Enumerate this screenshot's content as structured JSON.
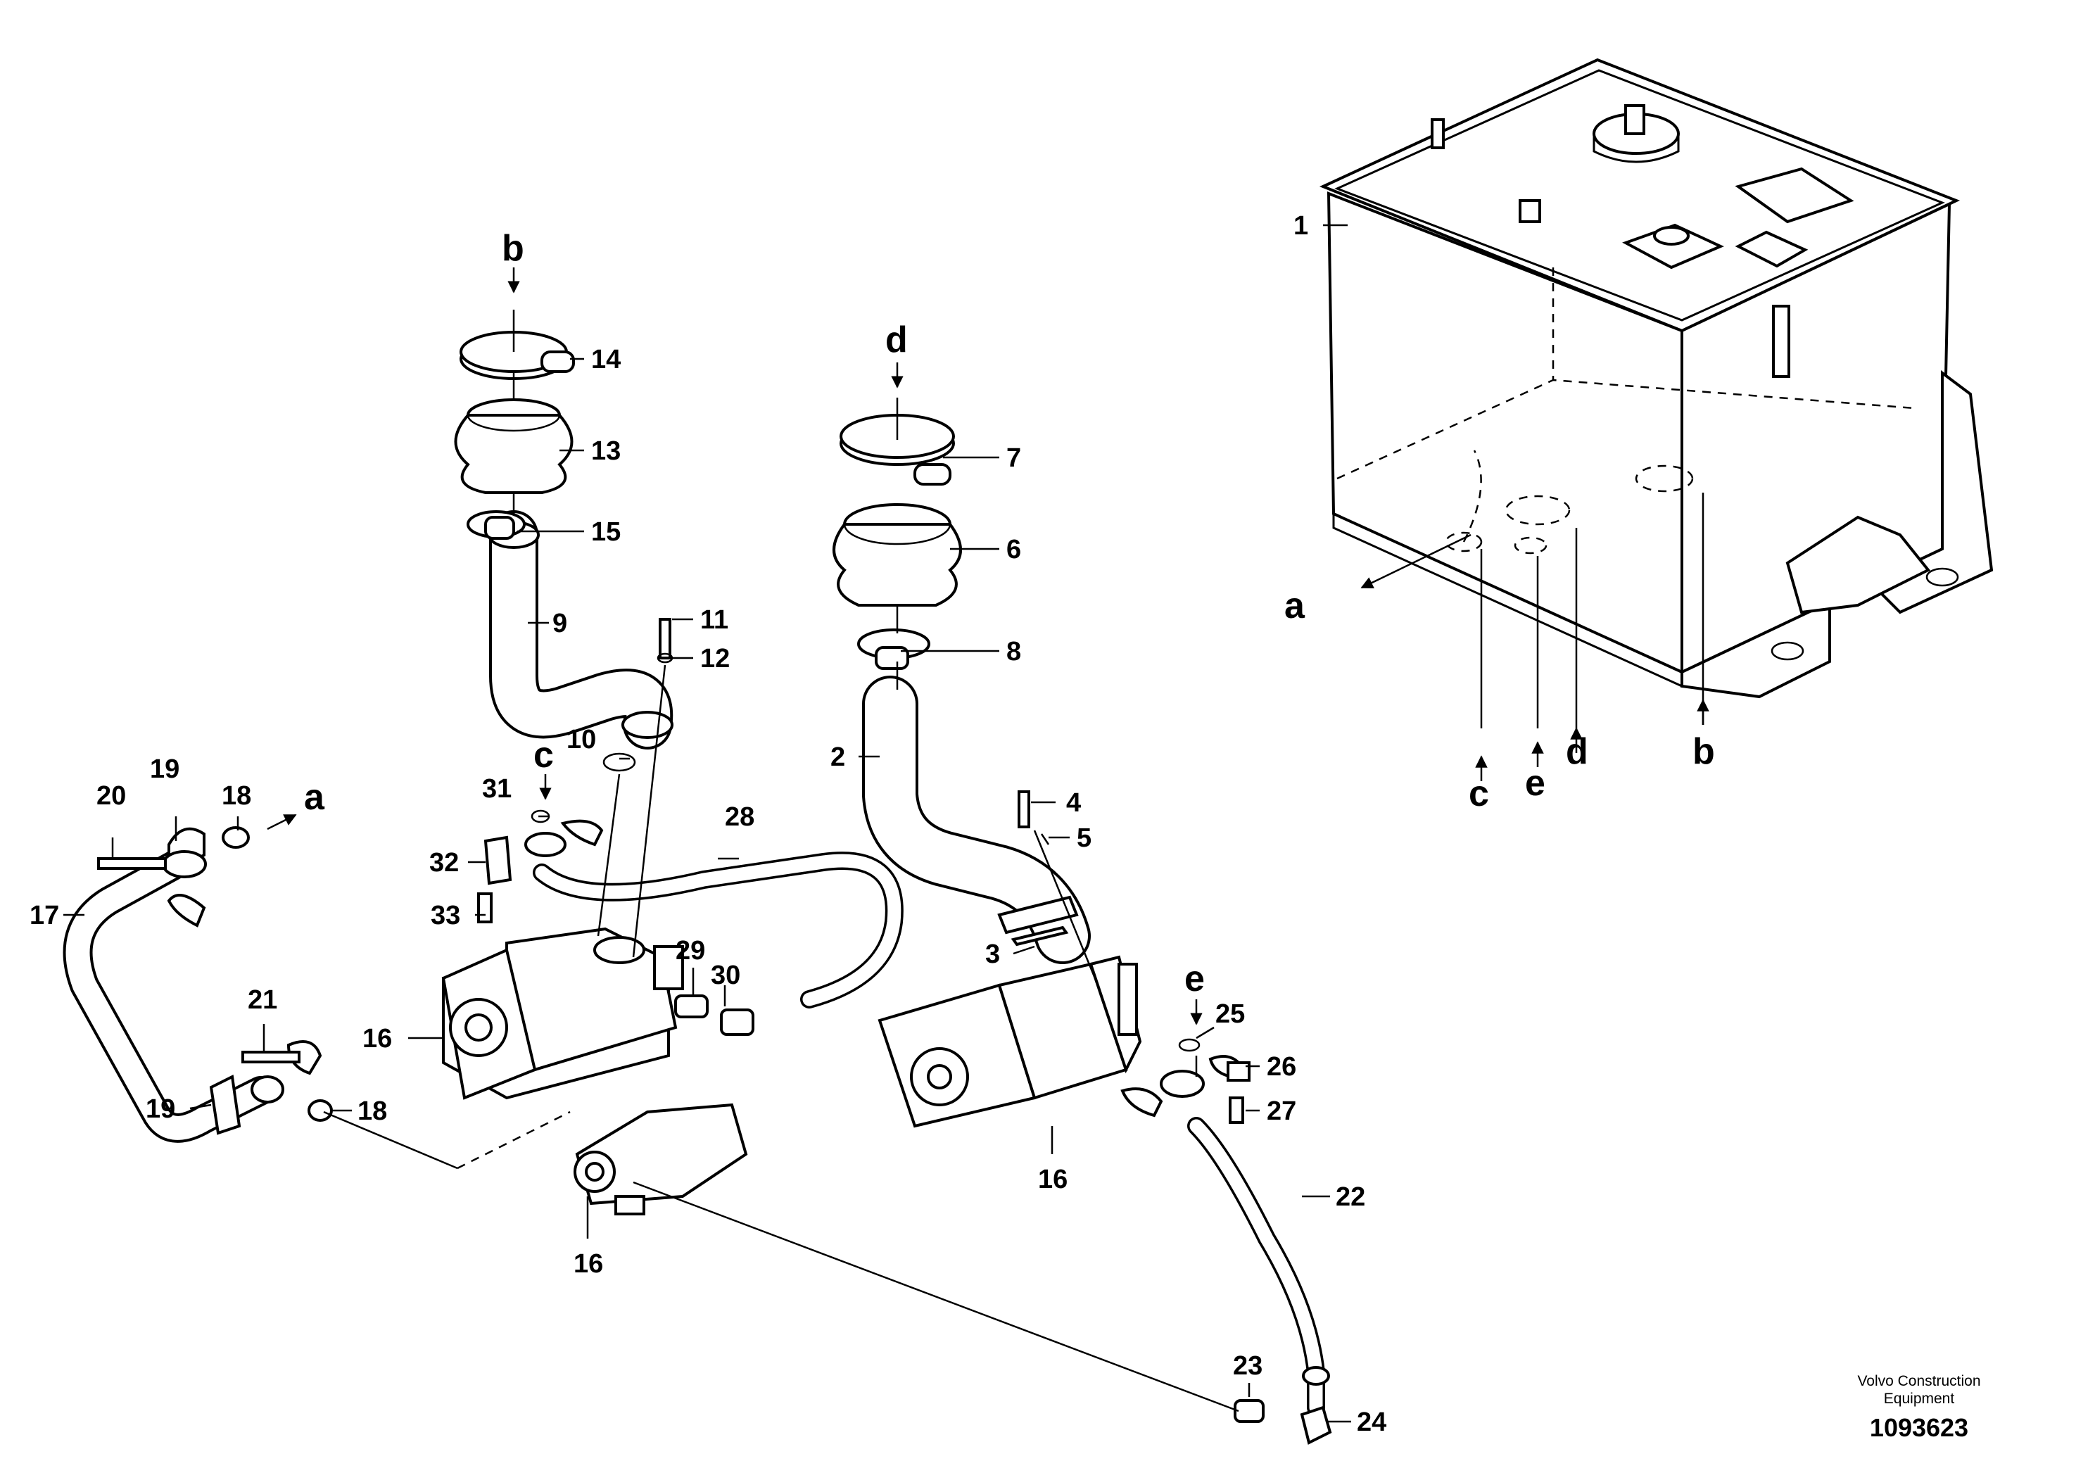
{
  "labels": {
    "l1": "1",
    "l2": "2",
    "l3": "3",
    "l4": "4",
    "l5": "5",
    "l6": "6",
    "l7": "7",
    "l8": "8",
    "l9": "9",
    "l10": "10",
    "l11": "11",
    "l12": "12",
    "l13": "13",
    "l14": "14",
    "l15": "15",
    "l16a": "16",
    "l16b": "16",
    "l16c": "16",
    "l17": "17",
    "l18a": "18",
    "l18b": "18",
    "l19a": "19",
    "l19b": "19",
    "l20": "20",
    "l21": "21",
    "l22": "22",
    "l23": "23",
    "l24": "24",
    "l25": "25",
    "l26": "26",
    "l27": "27",
    "l28": "28",
    "l29": "29",
    "l30": "30",
    "l31": "31",
    "l32": "32",
    "l33": "33"
  },
  "letters": {
    "a_tank": "a",
    "b_tank": "b",
    "c_tank": "c",
    "d_tank": "d",
    "e_tank": "e",
    "b_top": "b",
    "d_top": "d",
    "c_pump": "c",
    "a_left": "a",
    "e_right": "e"
  },
  "brand": {
    "line1": "Volvo Construction",
    "line2": "Equipment",
    "number": "1093623"
  }
}
